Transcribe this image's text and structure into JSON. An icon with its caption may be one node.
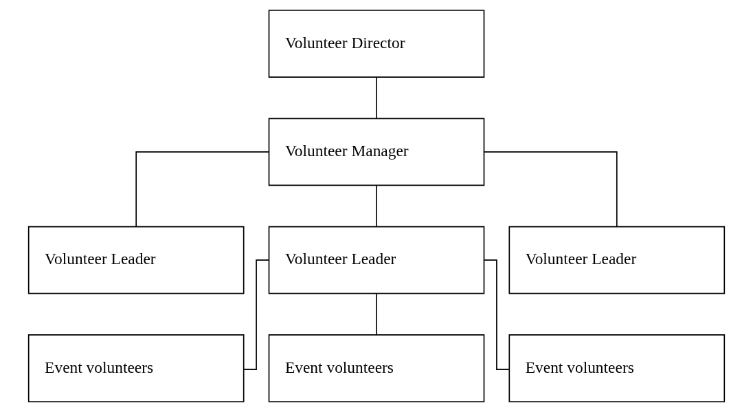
{
  "diagram": {
    "nodes": [
      {
        "text": [
          "Volunteer Director"
        ]
      },
      {
        "text": [
          "Volunteer Manager"
        ]
      },
      {
        "text": [
          "Volunteer Leader"
        ]
      },
      {
        "text": [
          "Volunteer Leader"
        ]
      },
      {
        "text": [
          "Volunteer Leader"
        ]
      },
      {
        "text": [
          "Event volunteers"
        ]
      },
      {
        "text": [
          "Event volunteers"
        ]
      },
      {
        "text": [
          "Event volunteers"
        ]
      }
    ],
    "edges": [
      {
        "from": 0,
        "to": 1,
        "arrow": "none"
      },
      {
        "from": 1,
        "to": 2,
        "arrow": "none"
      },
      {
        "from": 1,
        "to": 3,
        "arrow": "none"
      },
      {
        "from": 1,
        "to": 4,
        "arrow": "none"
      },
      {
        "from": 3,
        "to": 5,
        "arrow": "none"
      },
      {
        "from": 3,
        "to": 6,
        "arrow": "none"
      },
      {
        "from": 3,
        "to": 7,
        "arrow": "none"
      }
    ]
  }
}
